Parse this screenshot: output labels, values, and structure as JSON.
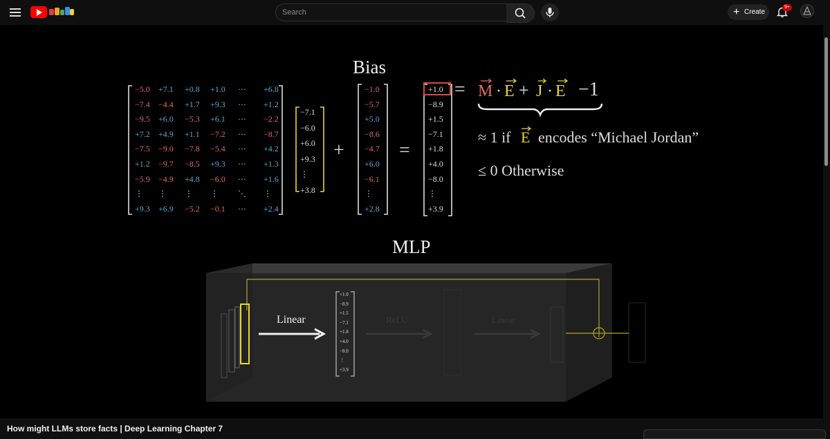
{
  "header": {
    "search": {
      "placeholder": "Search"
    },
    "create_label": "Create",
    "notification_count": "9+",
    "icons": [
      "menu-icon",
      "youtube-logo-icon",
      "search-icon",
      "mic-icon",
      "plus-icon",
      "bell-icon",
      "account-avatar"
    ]
  },
  "video_frame": {
    "bias_label": "Bias",
    "mlp_label": "MLP",
    "operators": [
      "+",
      "="
    ],
    "equation": {
      "m": "M",
      "e": "E",
      "j": "J",
      "dot": "·",
      "plus": "+",
      "eq": "=",
      "minus_one": "−1",
      "one_if": "≈ 1 if",
      "encodes": "encodes “Michael Jordan”",
      "otherwise": "≤ 0 Otherwise"
    },
    "weight_matrix": {
      "rows": [
        [
          "−5.0",
          "+7.1",
          "+0.8",
          "+1.0",
          "···",
          "+6.8"
        ],
        [
          "−7.4",
          "−4.4",
          "+1.7",
          "+9.3",
          "···",
          "+1.2"
        ],
        [
          "−9.5",
          "+6.0",
          "−5.3",
          "+6.1",
          "···",
          "−2.2"
        ],
        [
          "+7.2",
          "+4.9",
          "+1.1",
          "−7.2",
          "···",
          "−8.7"
        ],
        [
          "−7.5",
          "−9.0",
          "−7.8",
          "−5.4",
          "···",
          "+4.2"
        ],
        [
          "+1.2",
          "−9.7",
          "−8.5",
          "+9.3",
          "···",
          "+1.3"
        ],
        [
          "−5.9",
          "−4.9",
          "+4.8",
          "−6.0",
          "···",
          "+1.6"
        ],
        [
          "⋮",
          "⋮",
          "⋮",
          "⋮",
          "⋱",
          "⋮"
        ],
        [
          "+9.3",
          "+6.9",
          "−5.2",
          "−0.1",
          "···",
          "+2.4"
        ]
      ]
    },
    "input_vector": [
      "−7.1",
      "−6.0",
      "+6.0",
      "+9.3",
      "⋮",
      "+3.8"
    ],
    "bias_vector": [
      "−1.0",
      "−5.7",
      "+5.0",
      "−8.6",
      "−4.7",
      "+6.0",
      "−6.1",
      "⋮",
      "+2.8"
    ],
    "result_vector": [
      "+1.0",
      "−8.9",
      "+1.5",
      "−7.1",
      "+1.8",
      "+4.0",
      "−8.0",
      "⋮",
      "+3.9"
    ],
    "pipeline": {
      "linear_1": "Linear",
      "relu": "ReLU",
      "linear_2": "Linear",
      "mini_vector": [
        "+1.0",
        "−8.9",
        "+1.5",
        "−7.1",
        "+1.8",
        "+4.0",
        "−8.0",
        "⋮",
        "+3.9"
      ]
    },
    "colors": {
      "red": "#e26b60",
      "blue": "#5aa9d6",
      "yellow": "#e8d633",
      "highlight": "#e0483e",
      "sum": "#b5a323"
    }
  },
  "watch": {
    "title": "How might LLMs store facts | Deep Learning Chapter 7"
  }
}
